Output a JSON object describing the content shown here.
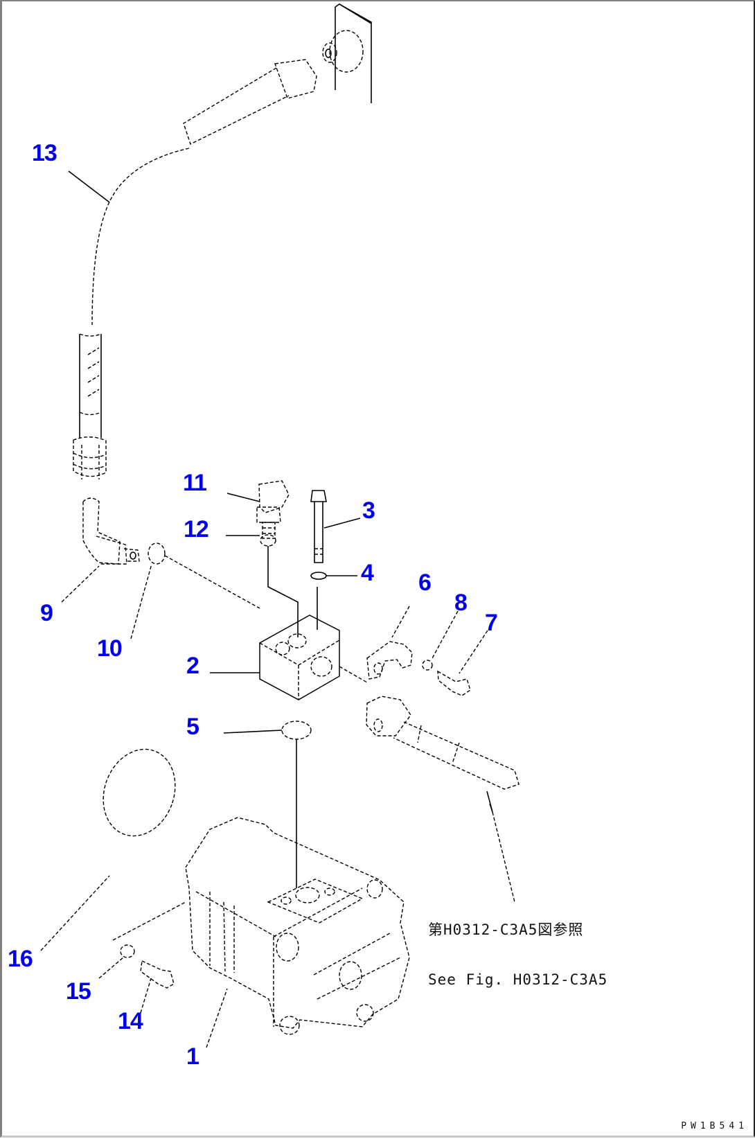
{
  "diagram": {
    "title": "Hydraulic pump piping parts diagram",
    "identifier": "PW1B541",
    "reference": {
      "line_jp": "第H0312-C3A5図参照",
      "line_en": "See Fig. H0312-C3A5"
    },
    "callouts": [
      {
        "number": "1",
        "part": "pump"
      },
      {
        "number": "2",
        "part": "block"
      },
      {
        "number": "3",
        "part": "bolt"
      },
      {
        "number": "4",
        "part": "washer"
      },
      {
        "number": "5",
        "part": "o-ring"
      },
      {
        "number": "6",
        "part": "split flange"
      },
      {
        "number": "7",
        "part": "bolt"
      },
      {
        "number": "8",
        "part": "washer"
      },
      {
        "number": "9",
        "part": "elbow"
      },
      {
        "number": "10",
        "part": "o-ring"
      },
      {
        "number": "11",
        "part": "connector"
      },
      {
        "number": "12",
        "part": "o-ring"
      },
      {
        "number": "13",
        "part": "hose"
      },
      {
        "number": "14",
        "part": "bolt"
      },
      {
        "number": "15",
        "part": "washer"
      },
      {
        "number": "16",
        "part": "o-ring"
      }
    ],
    "colors": {
      "callout": "#0000ee",
      "line": "#000000",
      "background": "#ffffff"
    }
  }
}
